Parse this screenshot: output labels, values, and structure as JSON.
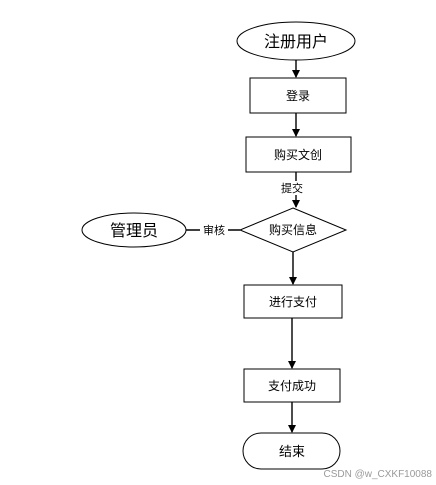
{
  "diagram": {
    "nodes": {
      "register": "注册用户",
      "login": "登录",
      "buy_create": "购买文创",
      "buy_info": "购买信息",
      "admin": "管理员",
      "pay": "进行支付",
      "pay_success": "支付成功",
      "end": "结束"
    },
    "edges": {
      "submit": "提交",
      "review": "审核"
    }
  },
  "watermark": "CSDN @w_CXKF10088"
}
